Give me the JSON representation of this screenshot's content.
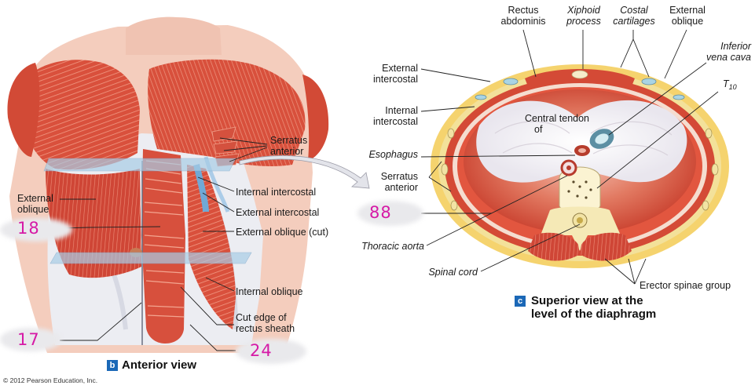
{
  "colors": {
    "muscle": "#d9503c",
    "muscle_light": "#ef9a82",
    "fascia": "#ecedf2",
    "fat": "#f5d36e",
    "skin": "#f2c8b8",
    "bone": "#fbf3d2",
    "annotation": "#d61aa6",
    "plane": "#a9cde6",
    "badge": "#1b68b7"
  },
  "anterior": {
    "badge": "b",
    "caption": "Anterior view",
    "labels": {
      "serratus_anterior_1": "Serratus",
      "serratus_anterior_2": "anterior",
      "internal_intercostal": "Internal intercostal",
      "external_intercostal": "External intercostal",
      "external_oblique_cut": "External oblique (cut)",
      "internal_oblique": "Internal oblique",
      "cut_edge_1": "Cut edge of",
      "cut_edge_2": "rectus sheath",
      "external_oblique_1": "External",
      "external_oblique_2": "oblique"
    },
    "handwritten": {
      "a": "18",
      "b": "17",
      "c": "24"
    }
  },
  "superior": {
    "badge": "c",
    "caption_1": "Superior view at the",
    "caption_2": "level of the diaphragm",
    "labels": {
      "rectus_abdominis_1": "Rectus",
      "rectus_abdominis_2": "abdominis",
      "xiphoid_1": "Xiphoid",
      "xiphoid_2": "process",
      "costal_1": "Costal",
      "costal_2": "cartilages",
      "ext_oblique_1": "External",
      "ext_oblique_2": "oblique",
      "ivc_1": "Inferior",
      "ivc_2": "vena cava",
      "t10": "T",
      "t10_sub": "10",
      "ext_intercostal_1": "External",
      "ext_intercostal_2": "intercostal",
      "int_intercostal_1": "Internal",
      "int_intercostal_2": "intercostal",
      "central_tendon_1": "Central tendon",
      "central_tendon_2": "of",
      "esophagus": "Esophagus",
      "serratus_1": "Serratus",
      "serratus_2": "anterior",
      "thoracic_aorta": "Thoracic aorta",
      "spinal_cord": "Spinal cord",
      "erector_spinae": "Erector spinae group"
    },
    "handwritten": {
      "a": "88"
    }
  },
  "copyright": "© 2012 Pearson Education, Inc."
}
